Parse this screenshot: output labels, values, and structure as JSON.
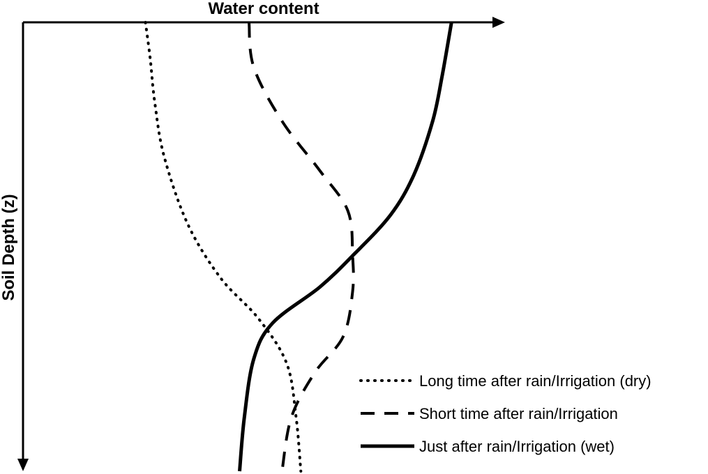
{
  "chart_data": {
    "type": "line",
    "xlabel": "Water content",
    "ylabel": "Soil Depth (z)",
    "x_axis_position": "top",
    "y_axis_direction": "downward",
    "ticks": "none",
    "grid": false,
    "legend_position": "bottom-right",
    "series": [
      {
        "name": "Long time after rain/Irrigation (dry)",
        "style": "dotted",
        "points": [
          [
            0.26,
            0.0
          ],
          [
            0.27,
            0.08
          ],
          [
            0.28,
            0.18
          ],
          [
            0.3,
            0.3
          ],
          [
            0.35,
            0.45
          ],
          [
            0.42,
            0.57
          ],
          [
            0.5,
            0.66
          ],
          [
            0.56,
            0.76
          ],
          [
            0.58,
            0.88
          ],
          [
            0.59,
            1.0
          ]
        ]
      },
      {
        "name": "Short time after rain/Irrigation",
        "style": "dashed",
        "points": [
          [
            0.48,
            0.0
          ],
          [
            0.49,
            0.1
          ],
          [
            0.55,
            0.22
          ],
          [
            0.63,
            0.33
          ],
          [
            0.69,
            0.42
          ],
          [
            0.7,
            0.52
          ],
          [
            0.7,
            0.6
          ],
          [
            0.68,
            0.7
          ],
          [
            0.62,
            0.78
          ],
          [
            0.57,
            0.88
          ],
          [
            0.55,
            1.0
          ]
        ]
      },
      {
        "name": "Just after rain/Irrigation (wet)",
        "style": "solid",
        "points": [
          [
            0.91,
            0.0
          ],
          [
            0.89,
            0.12
          ],
          [
            0.87,
            0.22
          ],
          [
            0.83,
            0.34
          ],
          [
            0.78,
            0.43
          ],
          [
            0.7,
            0.52
          ],
          [
            0.63,
            0.59
          ],
          [
            0.53,
            0.67
          ],
          [
            0.49,
            0.75
          ],
          [
            0.47,
            0.88
          ],
          [
            0.46,
            1.0
          ]
        ]
      }
    ]
  },
  "colors": {
    "line": "#000000",
    "background": "#ffffff"
  }
}
